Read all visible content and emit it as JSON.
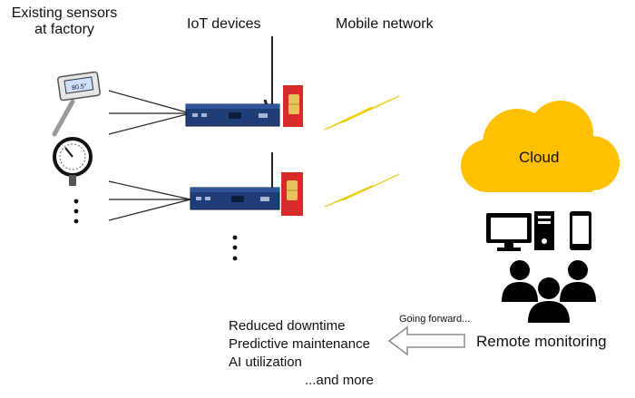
{
  "headers": {
    "sensors": [
      "Existing sensors",
      "at factory"
    ],
    "iot": "IoT devices",
    "network": "Mobile network"
  },
  "cloud_label": "Cloud",
  "gauge_reading": "80.5°",
  "going_forward": "Going forward...",
  "remote_monitoring": "Remote monitoring",
  "outcomes": [
    "Reduced downtime",
    "Predictive maintenance",
    "AI utilization"
  ],
  "and_more": "...and more",
  "colors": {
    "cloud": "#FFC000",
    "lightning": "#FFE600",
    "sim_red": "#D72A2A",
    "sim_gold": "#E8C25A",
    "router": "#1F3E78",
    "arrow_outline": "#8C8C8C"
  },
  "icons": [
    "thermometer-sensor-icon",
    "pressure-gauge-icon",
    "router-icon",
    "sim-card-icon",
    "lightning-icon",
    "cloud-icon",
    "desktop-computer-icon",
    "tower-pc-icon",
    "smartphone-icon",
    "users-group-icon",
    "left-arrow-icon"
  ]
}
